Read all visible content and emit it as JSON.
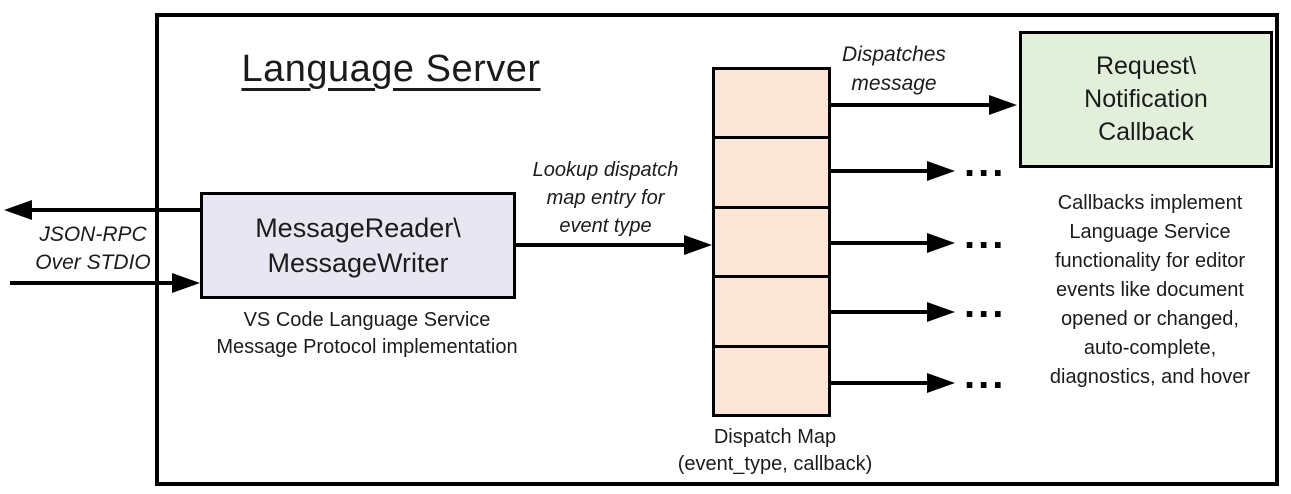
{
  "colors": {
    "lavender_fill": "#e8e6f0",
    "peach_fill": "#fbe5d6",
    "green_fill": "#e2efda",
    "line_color": "#000000"
  },
  "title": "Language Server",
  "stdio_label": {
    "lines": [
      "JSON-RPC",
      "Over STDIO"
    ]
  },
  "message_io_box": {
    "lines": [
      "MessageReader\\",
      "MessageWriter"
    ],
    "caption_lines": [
      "VS Code Language Service",
      "Message Protocol implementation"
    ]
  },
  "lookup_label": {
    "lines": [
      "Lookup dispatch",
      "map entry for",
      "event type"
    ]
  },
  "dispatches_label": {
    "lines": [
      "Dispatches",
      "message"
    ]
  },
  "callback_box": {
    "lines": [
      "Request\\",
      "Notification",
      "Callback"
    ]
  },
  "callback_note": {
    "lines": [
      "Callbacks implement",
      "Language Service",
      "functionality for editor",
      "events like document",
      "opened or changed,",
      "auto-complete,",
      "diagnostics, and hover"
    ]
  },
  "dispatch_map": {
    "cell_count": 5,
    "ellipsis": "...",
    "label_lines": [
      "Dispatch Map",
      "(event_type, callback)"
    ]
  }
}
